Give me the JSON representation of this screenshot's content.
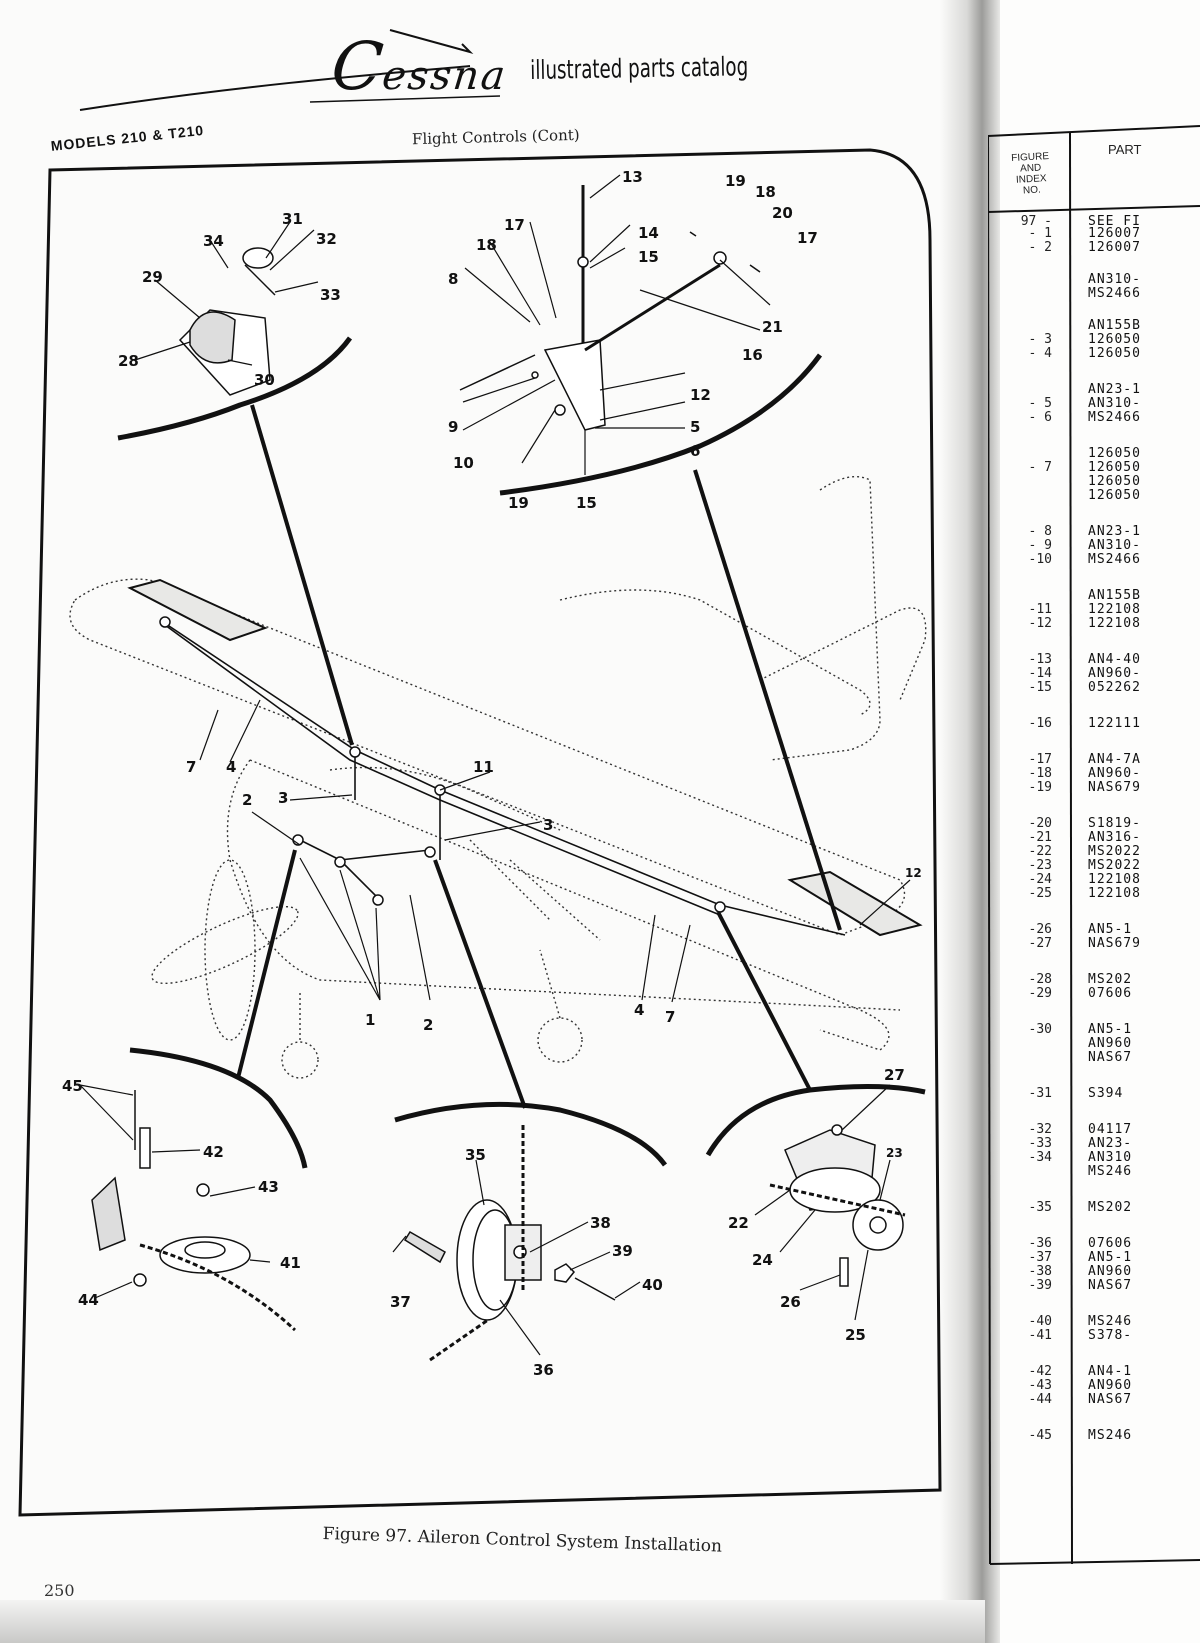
{
  "header": {
    "brand_initial": "C",
    "brand_rest": "essna",
    "catalog_title": "illustrated parts catalog",
    "models": "MODELS 210 & T210",
    "section_title": "Flight Controls (Cont)"
  },
  "figure": {
    "caption": "Figure 97.   Aileron Control System Installation",
    "page_number": "250",
    "callouts": {
      "n1": "1",
      "n2": "2",
      "n3": "3",
      "n4": "4",
      "n5": "5",
      "n6": "6",
      "n7": "7",
      "n8": "8",
      "n9": "9",
      "n10": "10",
      "n11": "11",
      "n12": "12",
      "n13": "13",
      "n14": "14",
      "n15": "15",
      "n16": "16",
      "n17": "17",
      "n18": "18",
      "n19": "19",
      "n20": "20",
      "n21": "21",
      "n22": "22",
      "n23": "23",
      "n24": "24",
      "n25": "25",
      "n26": "26",
      "n27": "27",
      "n28": "28",
      "n29": "29",
      "n30": "30",
      "n31": "31",
      "n32": "32",
      "n33": "33",
      "n34": "34",
      "n35": "35",
      "n36": "36",
      "n37": "37",
      "n38": "38",
      "n39": "39",
      "n40": "40",
      "n41": "41",
      "n42": "42",
      "n43": "43",
      "n44": "44",
      "n45": "45"
    }
  },
  "parts_table": {
    "col_figure_header": [
      "FIGURE",
      "AND",
      "INDEX",
      "NO."
    ],
    "col_part_header": "PART",
    "rows": [
      {
        "index": "97 -",
        "part": "SEE FI"
      },
      {
        "index": "- 1",
        "part": "126007"
      },
      {
        "index": "- 2",
        "part": "126007"
      },
      {
        "index": "",
        "part": "AN310-"
      },
      {
        "index": "",
        "part": "MS2466"
      },
      {
        "index": "",
        "part": "AN155B"
      },
      {
        "index": "- 3",
        "part": "126050"
      },
      {
        "index": "- 4",
        "part": "126050"
      },
      {
        "index": "",
        "part": "AN23-1"
      },
      {
        "index": "- 5",
        "part": "AN310-"
      },
      {
        "index": "- 6",
        "part": "MS2466"
      },
      {
        "index": "",
        "part": "126050"
      },
      {
        "index": "- 7",
        "part": "126050"
      },
      {
        "index": "",
        "part": "126050"
      },
      {
        "index": "",
        "part": "126050"
      },
      {
        "index": "- 8",
        "part": "AN23-1"
      },
      {
        "index": "- 9",
        "part": "AN310-"
      },
      {
        "index": "-10",
        "part": "MS2466"
      },
      {
        "index": "",
        "part": "AN155B"
      },
      {
        "index": "-11",
        "part": "122108"
      },
      {
        "index": "-12",
        "part": "122108"
      },
      {
        "index": "-13",
        "part": "AN4-40"
      },
      {
        "index": "-14",
        "part": "AN960-"
      },
      {
        "index": "-15",
        "part": "052262"
      },
      {
        "index": "-16",
        "part": "122111"
      },
      {
        "index": "-17",
        "part": "AN4-7A"
      },
      {
        "index": "-18",
        "part": "AN960-"
      },
      {
        "index": "-19",
        "part": "NAS679"
      },
      {
        "index": "-20",
        "part": "S1819-"
      },
      {
        "index": "-21",
        "part": "AN316-"
      },
      {
        "index": "-22",
        "part": "MS2022"
      },
      {
        "index": "-23",
        "part": "MS2022"
      },
      {
        "index": "-24",
        "part": "122108"
      },
      {
        "index": "-25",
        "part": "122108"
      },
      {
        "index": "-26",
        "part": "AN5-1"
      },
      {
        "index": "-27",
        "part": "NAS679"
      },
      {
        "index": "-28",
        "part": "MS202"
      },
      {
        "index": "-29",
        "part": "07606"
      },
      {
        "index": "-30",
        "part": "AN5-1"
      },
      {
        "index": "",
        "part": "AN960"
      },
      {
        "index": "",
        "part": "NAS67"
      },
      {
        "index": "-31",
        "part": "S394"
      },
      {
        "index": "-32",
        "part": "04117"
      },
      {
        "index": "-33",
        "part": "AN23-"
      },
      {
        "index": "-34",
        "part": "AN310"
      },
      {
        "index": "",
        "part": "MS246"
      },
      {
        "index": "-35",
        "part": "MS202"
      },
      {
        "index": "-36",
        "part": "07606"
      },
      {
        "index": "-37",
        "part": "AN5-1"
      },
      {
        "index": "-38",
        "part": "AN960"
      },
      {
        "index": "-39",
        "part": "NAS67"
      },
      {
        "index": "-40",
        "part": "MS246"
      },
      {
        "index": "-41",
        "part": "S378-"
      },
      {
        "index": "-42",
        "part": "AN4-1"
      },
      {
        "index": "-43",
        "part": "AN960"
      },
      {
        "index": "-44",
        "part": "NAS67"
      },
      {
        "index": "-45",
        "part": "MS246"
      }
    ]
  }
}
